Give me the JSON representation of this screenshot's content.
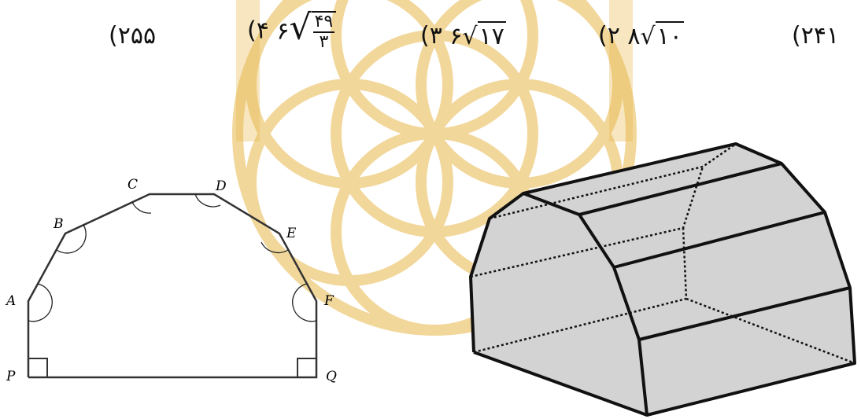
{
  "options": [
    {
      "label": "۱)",
      "value": "۲۴"
    },
    {
      "label": "۲)",
      "coef": "۸",
      "radicand": "۱۰"
    },
    {
      "label": "۳)",
      "coef": "۶",
      "radicand": "۱۷"
    },
    {
      "label": "۴)",
      "coef": "۶",
      "frac_num": "۴۹",
      "frac_den": "۳"
    },
    {
      "label": "۵)",
      "value": "۲۵"
    }
  ],
  "polygon_labels": {
    "A": "A",
    "B": "B",
    "C": "C",
    "D": "D",
    "E": "E",
    "F": "F",
    "P": "P",
    "Q": "Q"
  },
  "colors": {
    "watermark": "#e8b84a",
    "solid_fill": "#d3d3d3",
    "stroke": "#111111"
  }
}
